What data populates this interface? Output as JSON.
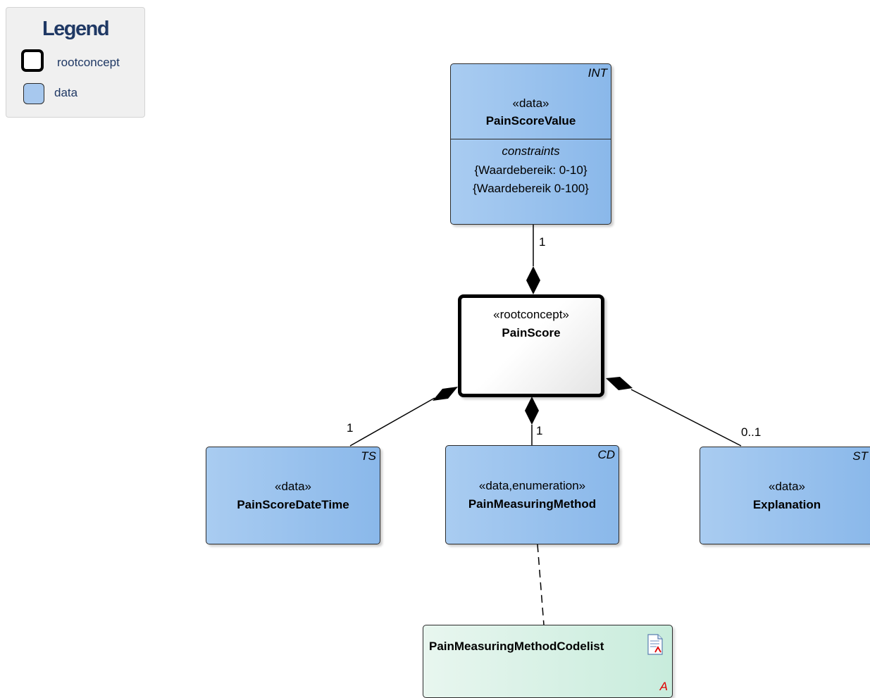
{
  "legend": {
    "title": "Legend",
    "items": [
      {
        "label": "rootconcept"
      },
      {
        "label": "data"
      }
    ]
  },
  "nodes": {
    "pain_score_value": {
      "type_tag": "INT",
      "stereotype": "«data»",
      "name": "PainScoreValue",
      "section_title": "constraints",
      "constraints": [
        "{Waardebereik: 0-10}",
        "{Waardebereik 0-100}"
      ]
    },
    "pain_score": {
      "stereotype": "«rootconcept»",
      "name": "PainScore"
    },
    "pain_score_datetime": {
      "type_tag": "TS",
      "stereotype": "«data»",
      "name": "PainScoreDateTime"
    },
    "pain_measuring_method": {
      "type_tag": "CD",
      "stereotype": "«data,enumeration»",
      "name": "PainMeasuringMethod"
    },
    "explanation": {
      "type_tag": "ST",
      "stereotype": "«data»",
      "name": "Explanation"
    },
    "codelist": {
      "name": "PainMeasuringMethodCodelist",
      "tag": "A"
    }
  },
  "multiplicities": {
    "value": "1",
    "datetime": "1",
    "method": "1",
    "explanation": "0..1"
  },
  "colors": {
    "data_fill": "#a9ccf1",
    "codelist_fill": "#d8f2e6",
    "legend_text": "#1f3864",
    "tag_red": "#e00000"
  }
}
